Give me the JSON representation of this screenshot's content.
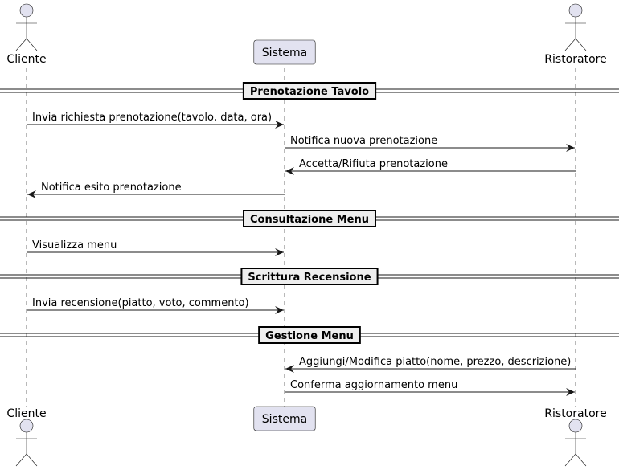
{
  "diagram": {
    "type": "sequence",
    "participants": [
      {
        "id": "cliente",
        "label": "Cliente",
        "kind": "actor"
      },
      {
        "id": "sistema",
        "label": "Sistema",
        "kind": "participant"
      },
      {
        "id": "ristoratore",
        "label": "Ristoratore",
        "kind": "actor"
      }
    ],
    "sections": [
      {
        "title": "Prenotazione Tavolo",
        "messages": [
          {
            "from": "cliente",
            "to": "sistema",
            "label": "Invia richiesta prenotazione(tavolo, data, ora)"
          },
          {
            "from": "sistema",
            "to": "ristoratore",
            "label": "Notifica nuova prenotazione"
          },
          {
            "from": "ristoratore",
            "to": "sistema",
            "label": "Accetta/Rifiuta prenotazione"
          },
          {
            "from": "sistema",
            "to": "cliente",
            "label": "Notifica esito prenotazione"
          }
        ]
      },
      {
        "title": "Consultazione Menu",
        "messages": [
          {
            "from": "cliente",
            "to": "sistema",
            "label": "Visualizza menu"
          }
        ]
      },
      {
        "title": "Scrittura Recensione",
        "messages": [
          {
            "from": "cliente",
            "to": "sistema",
            "label": "Invia recensione(piatto, voto, commento)"
          }
        ]
      },
      {
        "title": "Gestione Menu",
        "messages": [
          {
            "from": "ristoratore",
            "to": "sistema",
            "label": "Aggiungi/Modifica piatto(nome, prezzo, descrizione)"
          },
          {
            "from": "sistema",
            "to": "ristoratore",
            "label": "Conferma aggiornamento menu"
          }
        ]
      }
    ]
  }
}
